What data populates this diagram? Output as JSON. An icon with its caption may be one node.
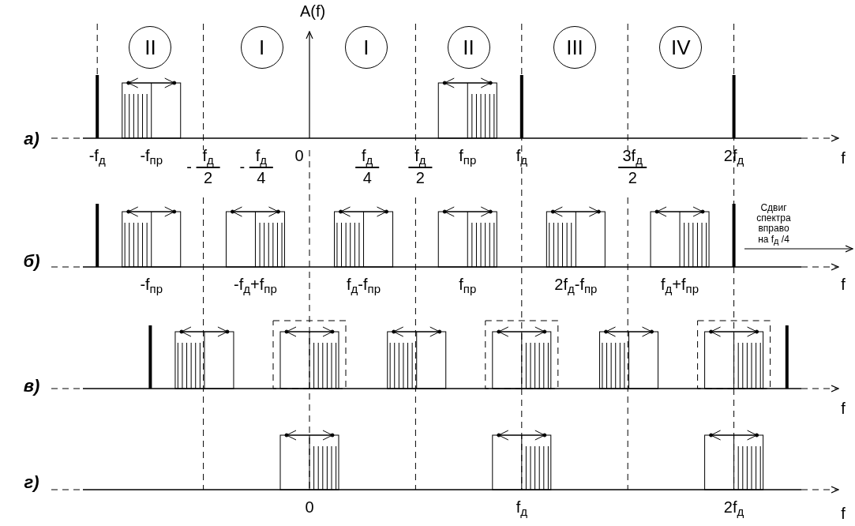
{
  "diagram": {
    "nodes": [
      {
        "text": [
          "II"
        ]
      },
      {
        "text": [
          "I"
        ]
      },
      {
        "text": [
          "I"
        ]
      },
      {
        "text": [
          "II"
        ]
      },
      {
        "text": [
          "III"
        ]
      },
      {
        "text": [
          "IV"
        ]
      }
    ],
    "labels": [
      "A(f)",
      "а)",
      "-f$_{д}$",
      "-f$_{пр}$",
      "-",
      "f$_{д}$",
      "2",
      "-",
      "f$_{д}$",
      "4",
      "0",
      "f$_{д}$",
      "4",
      "f$_{д}$",
      "2",
      "f$_{пр}$",
      "f$_{д}$",
      "3f$_{д}$",
      "2",
      "2f$_{д}$",
      "f",
      "б)",
      "Сдвиг спектра вправо на f$_{д}$ /4",
      "-f$_{пр}$",
      "-f$_{д}$+f$_{пр}$",
      "f$_{д}$-f$_{пр}$",
      "f$_{пр}$",
      "2f$_{д}$-f$_{пр}$",
      "f$_{д}$+f$_{пр}$",
      "f",
      "в)",
      "f",
      "г)",
      "0",
      "f$_{д}$",
      "2f$_{д}$",
      "f"
    ]
  }
}
